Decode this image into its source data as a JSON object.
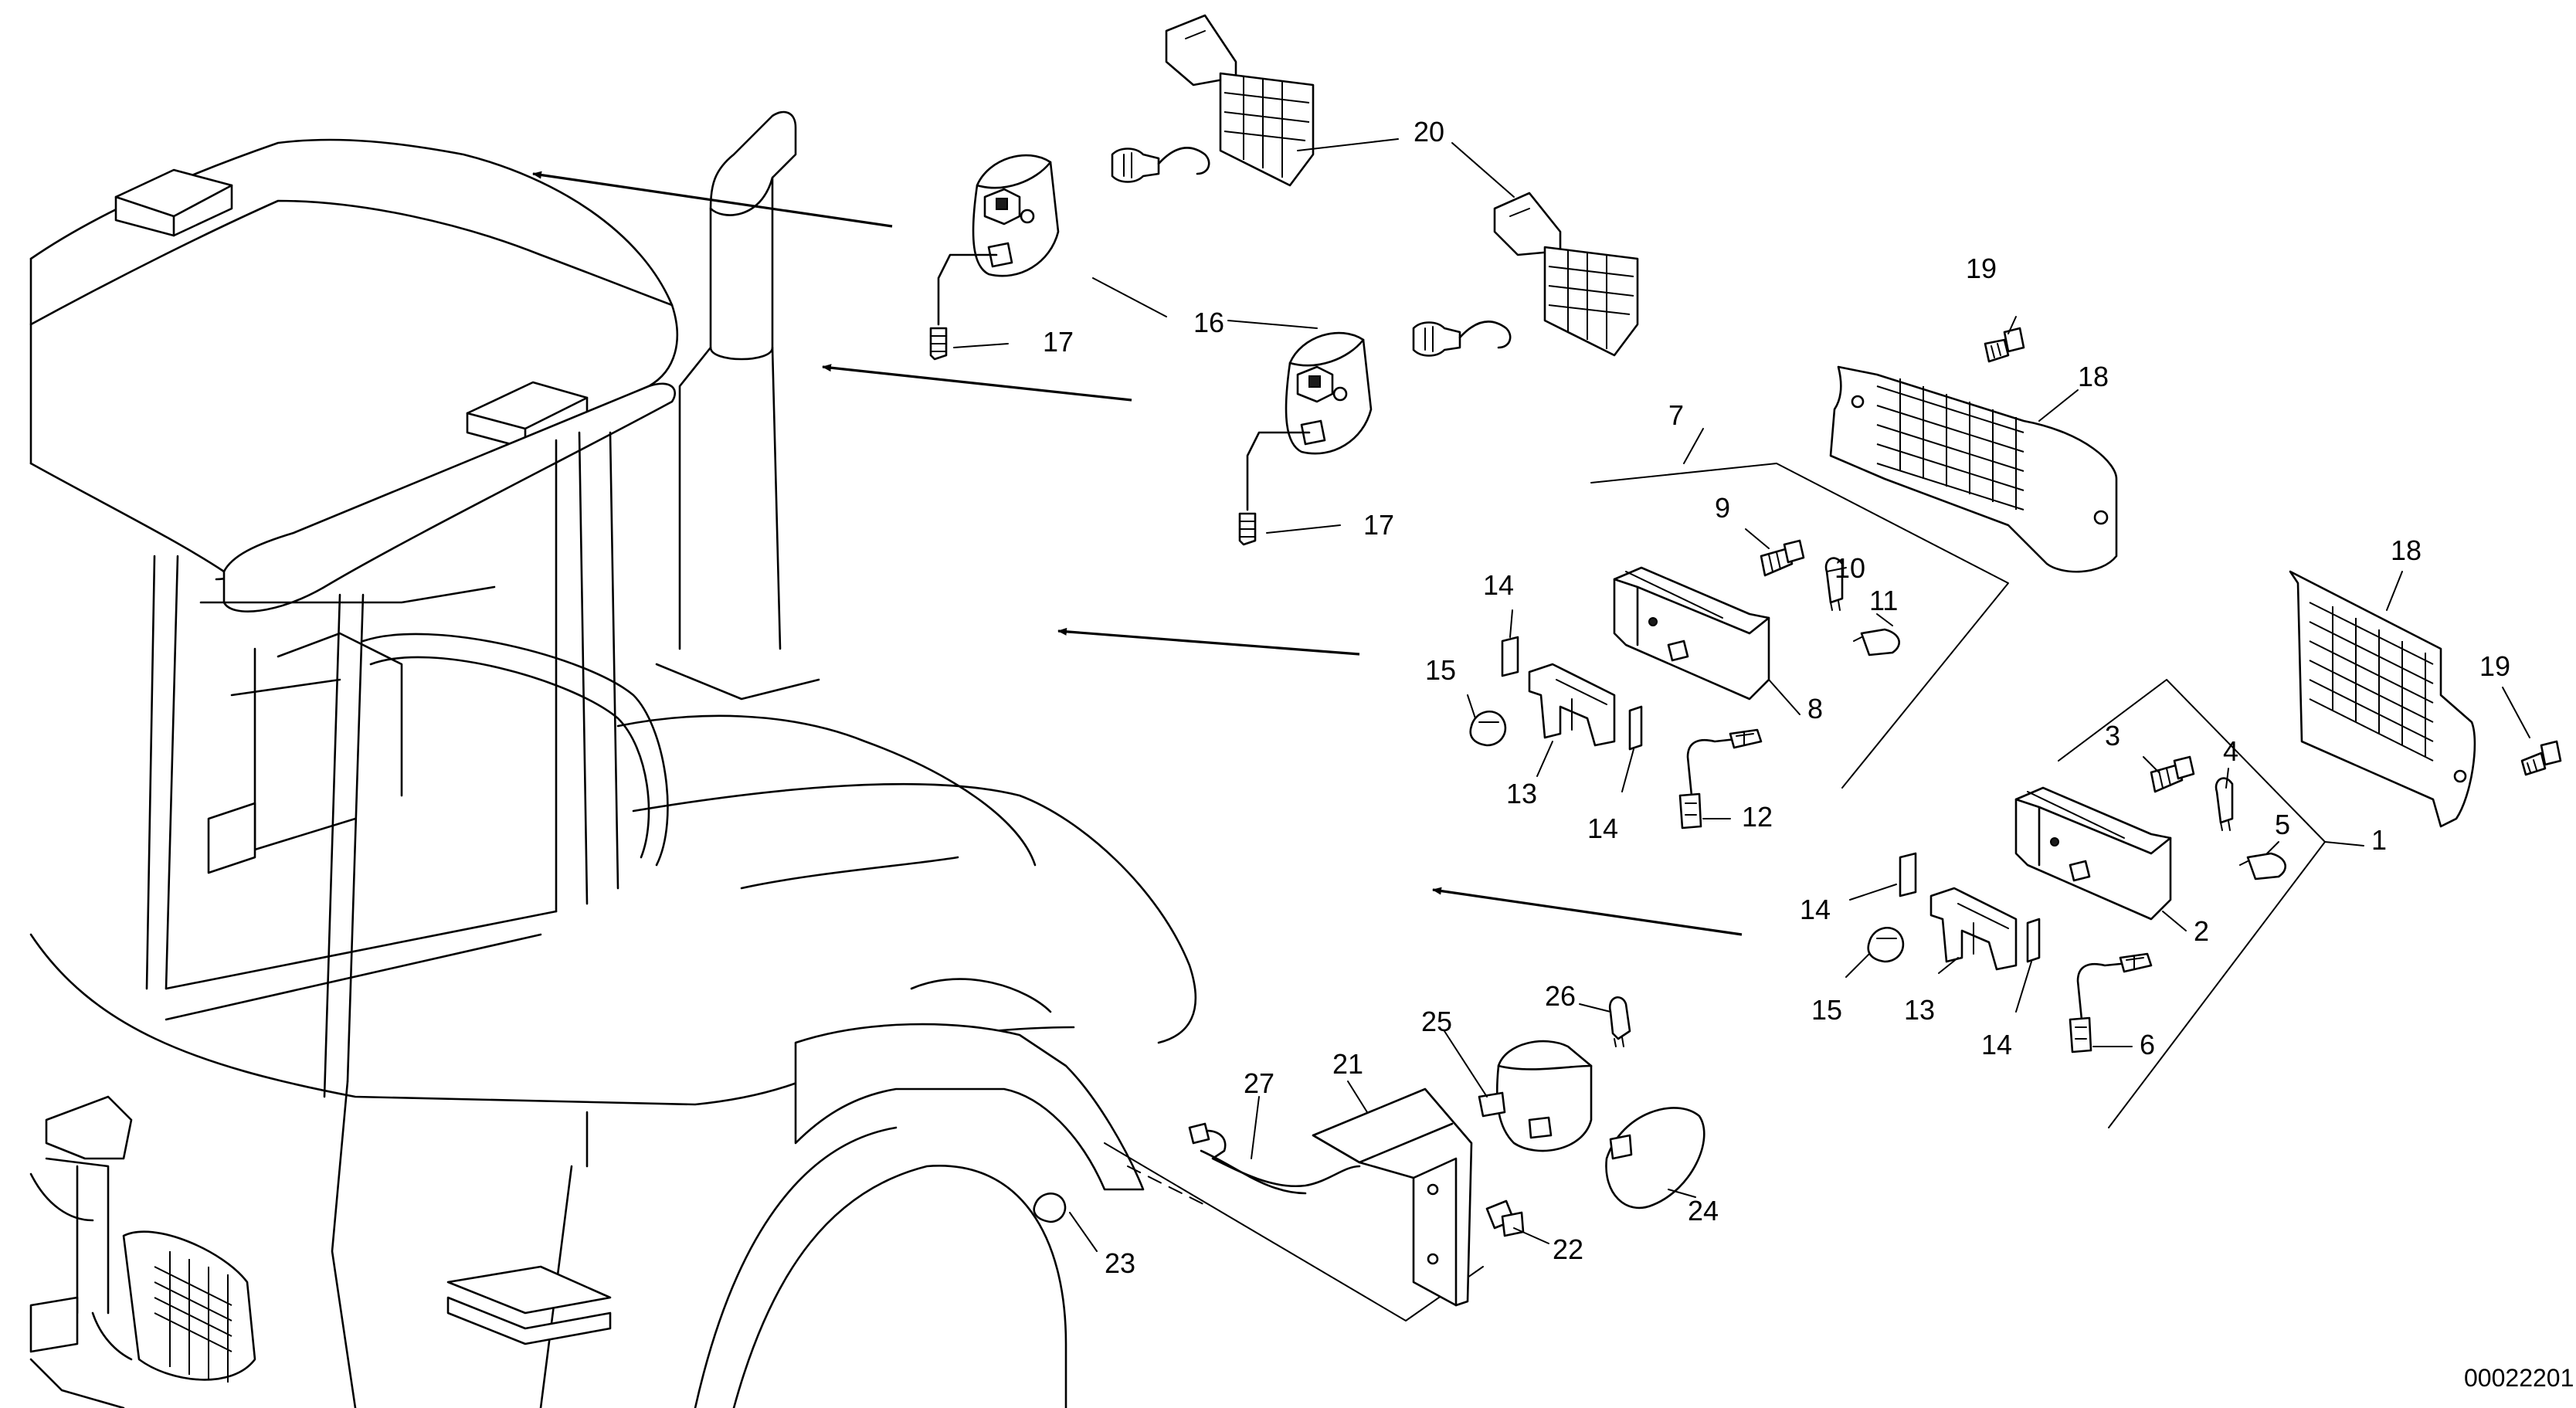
{
  "drawing_number": "00022201",
  "callouts": {
    "c1": "1",
    "c2": "2",
    "c3": "3",
    "c4": "4",
    "c5": "5",
    "c6": "6",
    "c7": "7",
    "c8": "8",
    "c9": "9",
    "c10": "10",
    "c11": "11",
    "c12": "12",
    "c13a": "13",
    "c13b": "13",
    "c14a": "14",
    "c14b": "14",
    "c14c": "14",
    "c14d": "14",
    "c15a": "15",
    "c15b": "15",
    "c16": "16",
    "c17a": "17",
    "c17b": "17",
    "c18a": "18",
    "c18b": "18",
    "c19a": "19",
    "c19b": "19",
    "c20": "20",
    "c21": "21",
    "c22": "22",
    "c23": "23",
    "c24": "24",
    "c25": "25",
    "c26": "26",
    "c27": "27"
  },
  "colors": {
    "line": "#000000",
    "background": "#ffffff"
  }
}
